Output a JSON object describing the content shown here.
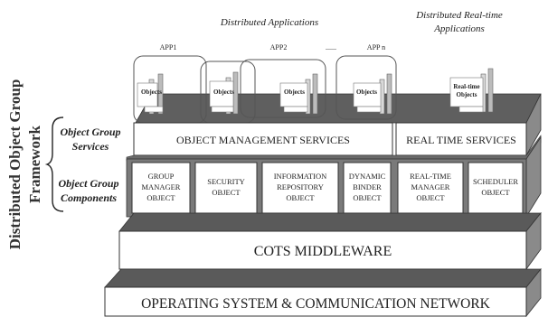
{
  "top_labels": {
    "distributed_applications": "Distributed Applications",
    "distributed_realtime_line1": "Distributed Real-time",
    "distributed_realtime_line2": "Applications"
  },
  "apps": {
    "app1": "APP1",
    "app2": "APP2",
    "ellipsis": "......",
    "appn": "APP n"
  },
  "objects": {
    "objects_label": "Objects",
    "realtime_line1": "Real-time",
    "realtime_line2": "Objects"
  },
  "framework": {
    "title_line1": "Distributed Object Group",
    "title_line2": "Framework",
    "services_line1": "Object Group",
    "services_line2": "Services",
    "components_line1": "Object Group",
    "components_line2": "Components"
  },
  "services": {
    "object_management": "OBJECT MANAGEMENT SERVICES",
    "real_time": "REAL TIME SERVICES"
  },
  "components": [
    {
      "line1": "GROUP",
      "line2": "MANAGER",
      "line3": "OBJECT"
    },
    {
      "line1": "SECURITY",
      "line2": "OBJECT",
      "line3": ""
    },
    {
      "line1": "INFORMATION",
      "line2": "REPOSITORY",
      "line3": "OBJECT"
    },
    {
      "line1": "DYNAMIC",
      "line2": "BINDER",
      "line3": "OBJECT"
    },
    {
      "line1": "REAL-TIME",
      "line2": "MANAGER",
      "line3": "OBJECT"
    },
    {
      "line1": "SCHEDULER",
      "line2": "OBJECT",
      "line3": ""
    }
  ],
  "layers": {
    "middleware": "COTS MIDDLEWARE",
    "os_network": "OPERATING SYSTEM & COMMUNICATION NETWORK"
  },
  "colors": {
    "layer_top": "#5a5a5a",
    "layer_side": "#8a8a8a",
    "box_fill": "#ffffff",
    "stroke": "#333333",
    "text": "#222222"
  }
}
